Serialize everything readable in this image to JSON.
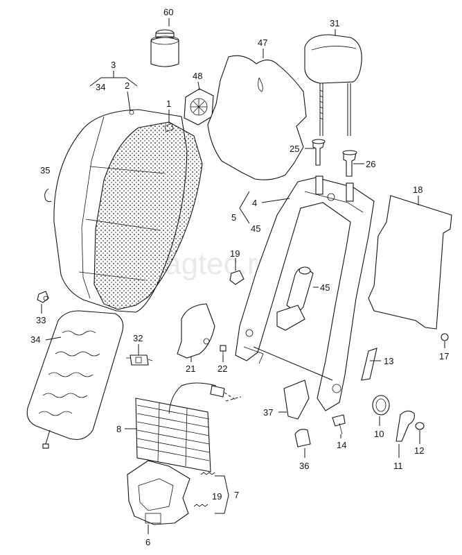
{
  "watermark": "vagtec.ru",
  "labels": {
    "p60": "60",
    "p3": "3",
    "p34a": "34",
    "p2": "2",
    "p48": "48",
    "p47": "47",
    "p31": "31",
    "p1": "1",
    "p35": "35",
    "p25": "25",
    "p26": "26",
    "p4": "4",
    "p5": "5",
    "p45a": "45",
    "p18": "18",
    "p19a": "19",
    "p45b": "45",
    "p33": "33",
    "p34b": "34",
    "p32": "32",
    "p21": "21",
    "p22": "22",
    "p13": "13",
    "p17": "17",
    "p8": "8",
    "p37": "37",
    "p10": "10",
    "p14": "14",
    "p12": "12",
    "p36": "36",
    "p11": "11",
    "p19b": "19",
    "p7": "7",
    "p6": "6"
  }
}
